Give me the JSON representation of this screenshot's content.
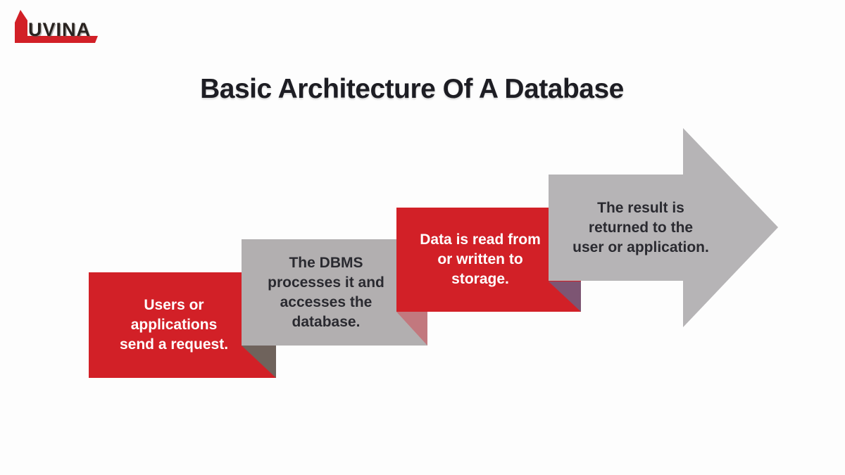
{
  "brand": {
    "logo_text": "UVINA"
  },
  "title": "Basic Architecture Of A Database",
  "colors": {
    "accent_red": "#d22027",
    "box_gray": "#b2afb0",
    "arrow_gray": "#b6b4b6",
    "fold_gray_on_red": "#6f635c",
    "fold_red_on_gray": "#c2787e",
    "fold_arrow_on_red": "#7d5573",
    "dark_text": "#2a2a30",
    "title_text": "#1d1d23",
    "light_text": "#ffffff"
  },
  "steps": [
    {
      "order": 1,
      "variant": "red",
      "text": "Users or applications send a request.",
      "lines": [
        "Users or",
        "applications",
        "send a request."
      ]
    },
    {
      "order": 2,
      "variant": "gray",
      "text": "The DBMS processes it and accesses the database.",
      "lines": [
        "The DBMS",
        "processes it and",
        "accesses the",
        "database."
      ]
    },
    {
      "order": 3,
      "variant": "red",
      "text": "Data is read from or written to storage.",
      "lines": [
        "Data is read from",
        "or written to",
        "storage."
      ]
    },
    {
      "order": 4,
      "variant": "arrow",
      "text": "The result is returned to the user or application.",
      "lines": [
        "The result is",
        "returned to the",
        "user or application."
      ]
    }
  ]
}
